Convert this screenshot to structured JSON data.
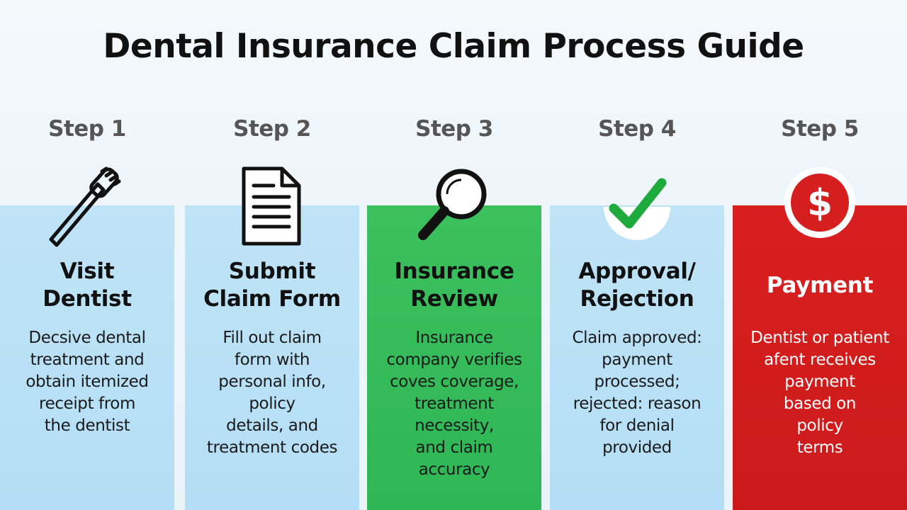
{
  "title": "Dental Insurance Claim Process Guide",
  "steps": [
    {
      "label": "Step 1",
      "title": "Visit\nDentist",
      "description": "Decsive dental\ntreatment and\nobtain itemized\nreceipt from\nthe dentist",
      "icon": "toothbrush-icon",
      "color": "#b9e1f6"
    },
    {
      "label": "Step 2",
      "title": "Submit\nClaim Form",
      "description": "Fill out claim\nform with\npersonal info,\npolicy\ndetails, and\ntreatment codes",
      "icon": "document-icon",
      "color": "#b9e1f6"
    },
    {
      "label": "Step 3",
      "title": "Insurance\nReview",
      "description": "Insurance\ncompany verifies\ncoves coverage,\ntreatment necessity,\nand claim\naccuracy",
      "icon": "magnifier-icon",
      "color": "#3fbf5c"
    },
    {
      "label": "Step 4",
      "title": "Approval/\nRejection",
      "description": "Claim approved:\npayment\nprocessed;\nrejected: reason\nfor denial\nprovided",
      "icon": "checkmark-icon",
      "color": "#b9e1f6"
    },
    {
      "label": "Step 5",
      "title": "Payment",
      "description": "Dentist or patient\nafent receives\npayment\nbased on\npolicy\nterms",
      "icon": "dollar-icon",
      "color": "#d51e1e"
    }
  ]
}
